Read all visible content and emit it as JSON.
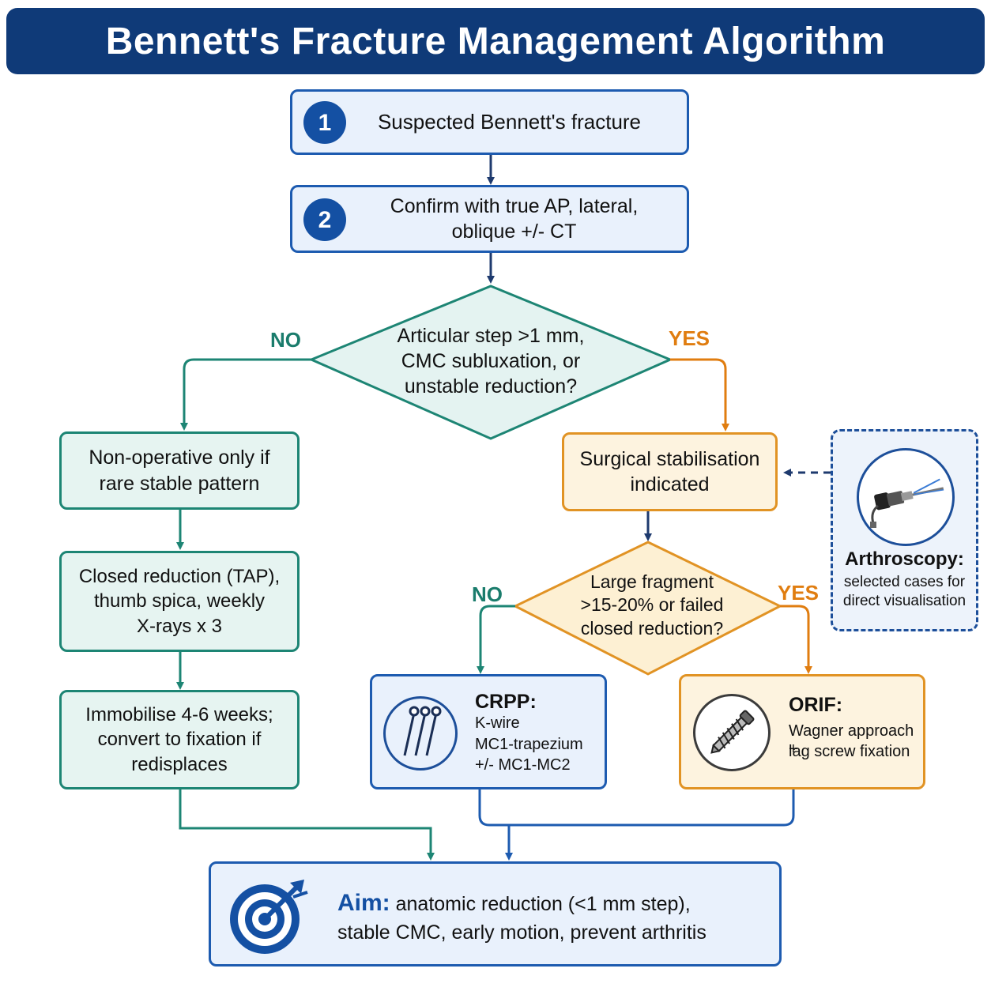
{
  "title": "Bennett's Fracture Management Algorithm",
  "colors": {
    "navy": "#0f3a78",
    "blue_border": "#1d5bb0",
    "teal": "#1d8574",
    "orange": "#e19324",
    "dark_arrow": "#1e3a6e"
  },
  "steps": {
    "step1": {
      "number": "1",
      "text": "Suspected Bennett's fracture"
    },
    "step2": {
      "number": "2",
      "text_line1": "Confirm with true AP, lateral,",
      "text_line2": "oblique +/- CT"
    }
  },
  "decision1": {
    "line1": "Articular step >1 mm,",
    "line2": "CMC subluxation, or",
    "line3": "unstable reduction?",
    "no_label": "NO",
    "yes_label": "YES"
  },
  "left_branch": {
    "box1_line1": "Non-operative only if",
    "box1_line2": "rare stable pattern",
    "box2_line1": "Closed reduction (TAP),",
    "box2_line2": "thumb spica, weekly",
    "box2_line3": "X-rays x 3",
    "box3_line1": "Immobilise 4-6 weeks;",
    "box3_line2": "convert to fixation if",
    "box3_line3": "redisplaces"
  },
  "surgical": {
    "line1": "Surgical stabilisation",
    "line2": "indicated"
  },
  "arthroscopy": {
    "icon": "arthroscope-icon",
    "title": "Arthroscopy:",
    "line1": "selected cases for",
    "line2": "direct visualisation"
  },
  "decision2": {
    "line1": "Large fragment",
    "line2": ">15-20% or failed",
    "line3": "closed reduction?",
    "no_label": "NO",
    "yes_label": "YES"
  },
  "crpp": {
    "icon": "k-wire-icon",
    "title": "CRPP:",
    "line1": "K-wire",
    "line2": "MC1-trapezium",
    "line3": "+/- MC1-MC2"
  },
  "orif": {
    "icon": "screw-icon",
    "title": "ORIF:",
    "line1": "Wagner approach +",
    "line2": "lag screw fixation"
  },
  "aim": {
    "icon": "target-icon",
    "label": "Aim:",
    "line1": "anatomic reduction (<1 mm step),",
    "line2": "stable CMC, early motion, prevent arthritis"
  }
}
